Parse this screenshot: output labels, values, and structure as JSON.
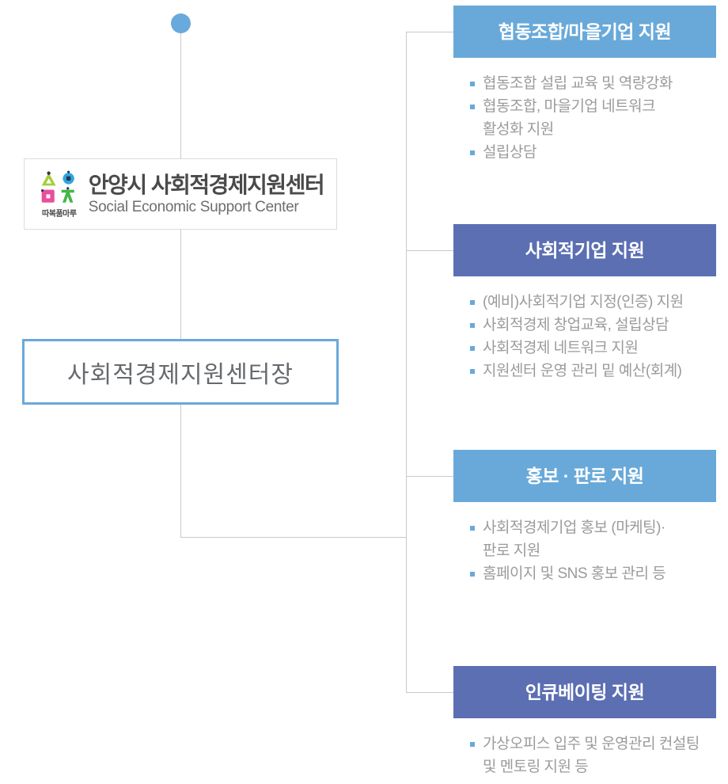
{
  "colors": {
    "accent_blue": "#6aa9db",
    "header_light": "#69a9d9",
    "header_dark": "#5b6fb2",
    "line_gray": "#c9c9c9",
    "list_text": "#9b9b9b",
    "box_border": "#dcdcdc",
    "logo_lime": "#a6cd39",
    "logo_cyan": "#2da7e0",
    "logo_pink": "#e8509c",
    "logo_green": "#45b649"
  },
  "logo": {
    "brand": "따복품마루",
    "title_ko": "안양시 사회적경제지원센터",
    "title_en": "Social Economic Support Center"
  },
  "director": {
    "label": "사회적경제지원센터장"
  },
  "sections": [
    {
      "title": "협동조합/마을기업 지원",
      "theme": "light",
      "items": [
        {
          "lines": [
            "협동조합 설립 교육 및 역량강화"
          ]
        },
        {
          "lines": [
            "협동조합, 마을기업 네트워크",
            "활성화 지원"
          ]
        },
        {
          "lines": [
            "설립상담"
          ]
        }
      ]
    },
    {
      "title": "사회적기업 지원",
      "theme": "dark",
      "items": [
        {
          "lines": [
            "(예비)사회적기업 지정(인증) 지원"
          ]
        },
        {
          "lines": [
            "사회적경제 창업교육, 설립상담"
          ]
        },
        {
          "lines": [
            "사회적경제 네트워크 지원"
          ]
        },
        {
          "lines": [
            "지원센터 운영 관리 밑 예산(회계)"
          ]
        }
      ]
    },
    {
      "title": "홍보 · 판로 지원",
      "theme": "light",
      "items": [
        {
          "lines": [
            "사회적경제기업 홍보 (마케팅)·",
            "판로 지원"
          ]
        },
        {
          "lines": [
            "홈페이지 및 SNS 홍보 관리 등"
          ]
        }
      ]
    },
    {
      "title": "인큐베이팅 지원",
      "theme": "dark",
      "items": [
        {
          "lines": [
            "가상오피스 입주 및 운영관리 컨설팅",
            "및 멘토링 지원 등"
          ]
        }
      ]
    }
  ]
}
